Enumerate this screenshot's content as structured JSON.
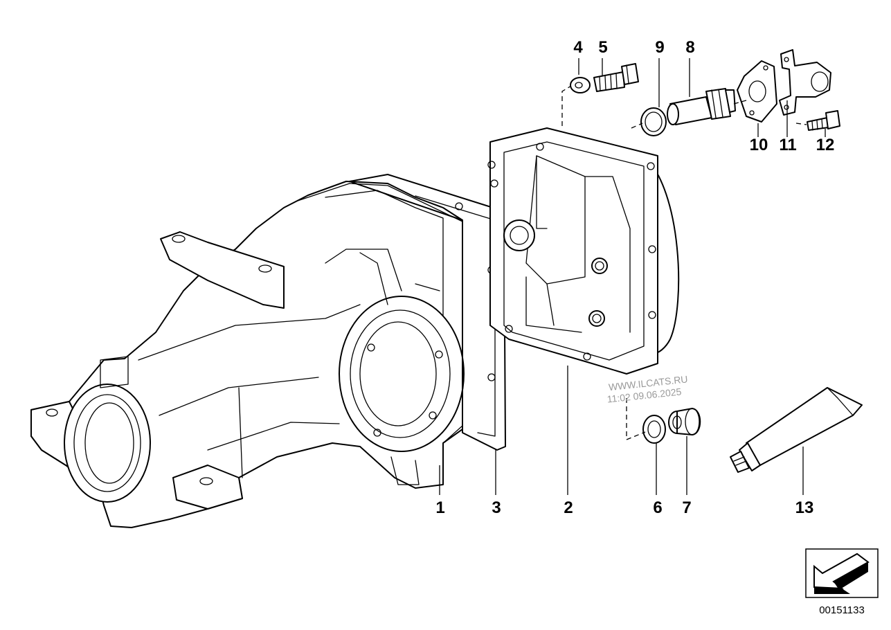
{
  "labels": {
    "p1": "1",
    "p2": "2",
    "p3": "3",
    "p4": "4",
    "p5": "5",
    "p6": "6",
    "p7": "7",
    "p8": "8",
    "p9": "9",
    "p10": "10",
    "p11": "11",
    "p12": "12",
    "p13": "13"
  },
  "watermark": {
    "line1": "WWW.ILCATS.RU",
    "line2": "11:02 09.06.2025"
  },
  "reference_number": "00151133",
  "icons": {
    "view_direction": "arrow-view-direction-icon"
  }
}
